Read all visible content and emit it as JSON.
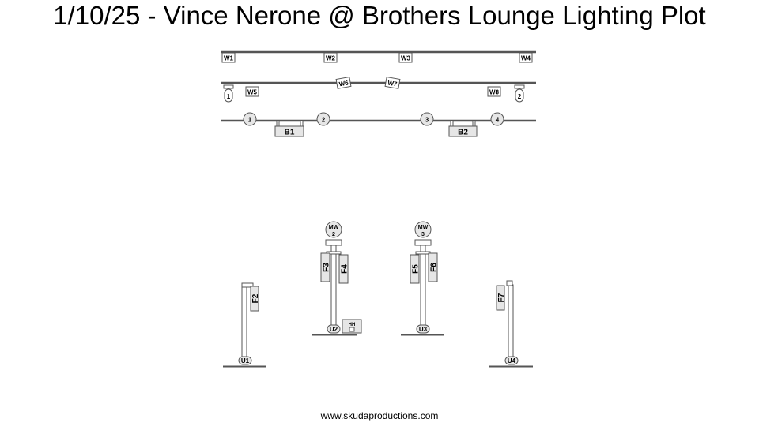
{
  "title": "1/10/25 - Vince Nerone @ Brothers Lounge Lighting Plot",
  "footer": "www.skudaproductions.com",
  "colors": {
    "line": "#555555",
    "fill": "#e6e6e6",
    "text": "#000000",
    "background": "#ffffff"
  },
  "truss1": {
    "fixtures": [
      "W1",
      "W2",
      "W3",
      "W4"
    ]
  },
  "truss2": {
    "fixtures": [
      "W5",
      "W6",
      "W7",
      "W8"
    ],
    "spots": [
      "1",
      "2"
    ]
  },
  "truss3": {
    "circles": [
      "1",
      "2",
      "3",
      "4"
    ],
    "bars": [
      "B1",
      "B2"
    ]
  },
  "stands": [
    {
      "base": "U1",
      "fixtures": [
        "F2"
      ]
    },
    {
      "base": "U2",
      "fixtures": [
        "F3",
        "F4"
      ],
      "moving_head": {
        "label": "MW",
        "number": "2"
      },
      "box": "HH"
    },
    {
      "base": "U3",
      "fixtures": [
        "F5",
        "F6"
      ],
      "moving_head": {
        "label": "MW",
        "number": "3"
      }
    },
    {
      "base": "U4",
      "fixtures": [
        "F7"
      ]
    }
  ]
}
